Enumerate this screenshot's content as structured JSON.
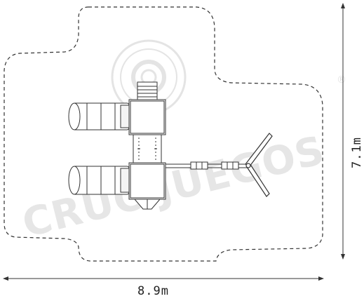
{
  "diagram": {
    "dimensions": {
      "width_label": "8.9m",
      "height_label": "7.1m"
    },
    "watermark": {
      "brand": "CRUCIJUEGOS",
      "registered_mark": "®"
    },
    "colors": {
      "line": "#333333",
      "safety_zone": "#333333",
      "watermark": "#e6e6e6",
      "background": "#ffffff"
    },
    "icons": [
      "slide-tube-icon",
      "climbing-net-icon",
      "ladder-icon",
      "platform-tower-icon",
      "bridge-icon",
      "roof-cone-icon"
    ]
  }
}
